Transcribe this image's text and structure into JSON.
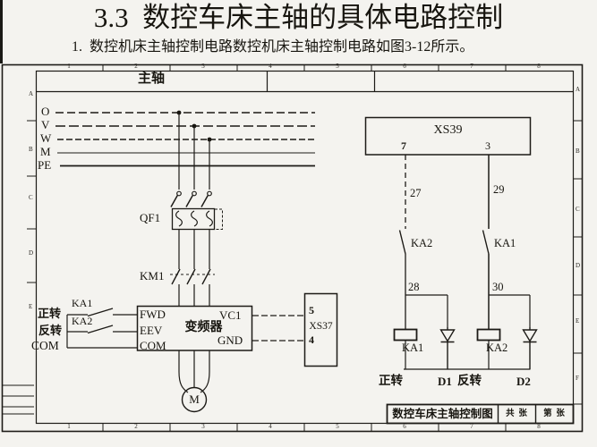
{
  "slide": {
    "title": "3.3  数控车床主轴的具体电路控制",
    "subtitle": "1.  数控机床主轴控制电路数控机床主轴控制电路如图3-12所示。"
  },
  "frame": {
    "header_label": "主轴",
    "top_numbers": [
      "1",
      "2",
      "3",
      "4",
      "5",
      "6",
      "7",
      "8"
    ],
    "bottom_numbers": [
      "1",
      "2",
      "3",
      "4",
      "5",
      "6",
      "7",
      "8"
    ],
    "left_letters": [
      "A",
      "B",
      "C",
      "D",
      "E"
    ],
    "right_letters": [
      "A",
      "B",
      "C",
      "D",
      "E",
      "F"
    ]
  },
  "power_bus": {
    "labels": [
      "O",
      "V",
      "W",
      "M",
      "PE"
    ]
  },
  "main_circuit": {
    "breaker": "QF1",
    "contactor": "KM1",
    "motor": "M",
    "inverter": {
      "name": "变频器",
      "in1": "FWD",
      "in2": "EEV",
      "in3": "COM",
      "out1": "VC1",
      "out2": "GND"
    },
    "connector_xs37": {
      "name": "XS37",
      "pin_top": "5",
      "pin_bottom": "4"
    }
  },
  "control_inputs": {
    "forward": "正转",
    "reverse": "反转",
    "common": "COM",
    "contact_forward": "KA1",
    "contact_reverse": "KA2"
  },
  "relay_circuit": {
    "connector_xs39": {
      "name": "XS39",
      "pin_left": "7",
      "pin_right": "3"
    },
    "wire_27": "27",
    "wire_28": "28",
    "wire_29": "29",
    "wire_30": "30",
    "contact_left": "KA2",
    "contact_right": "KA1",
    "coil_left": "KA1",
    "coil_right": "KA2",
    "diode_left": "D1",
    "diode_right": "D2",
    "label_forward": "正转",
    "label_reverse": "反转"
  },
  "title_block": {
    "drawing_title": "数控车床主轴控制图",
    "sheet_total": "共  张",
    "sheet_number": "第  张"
  }
}
